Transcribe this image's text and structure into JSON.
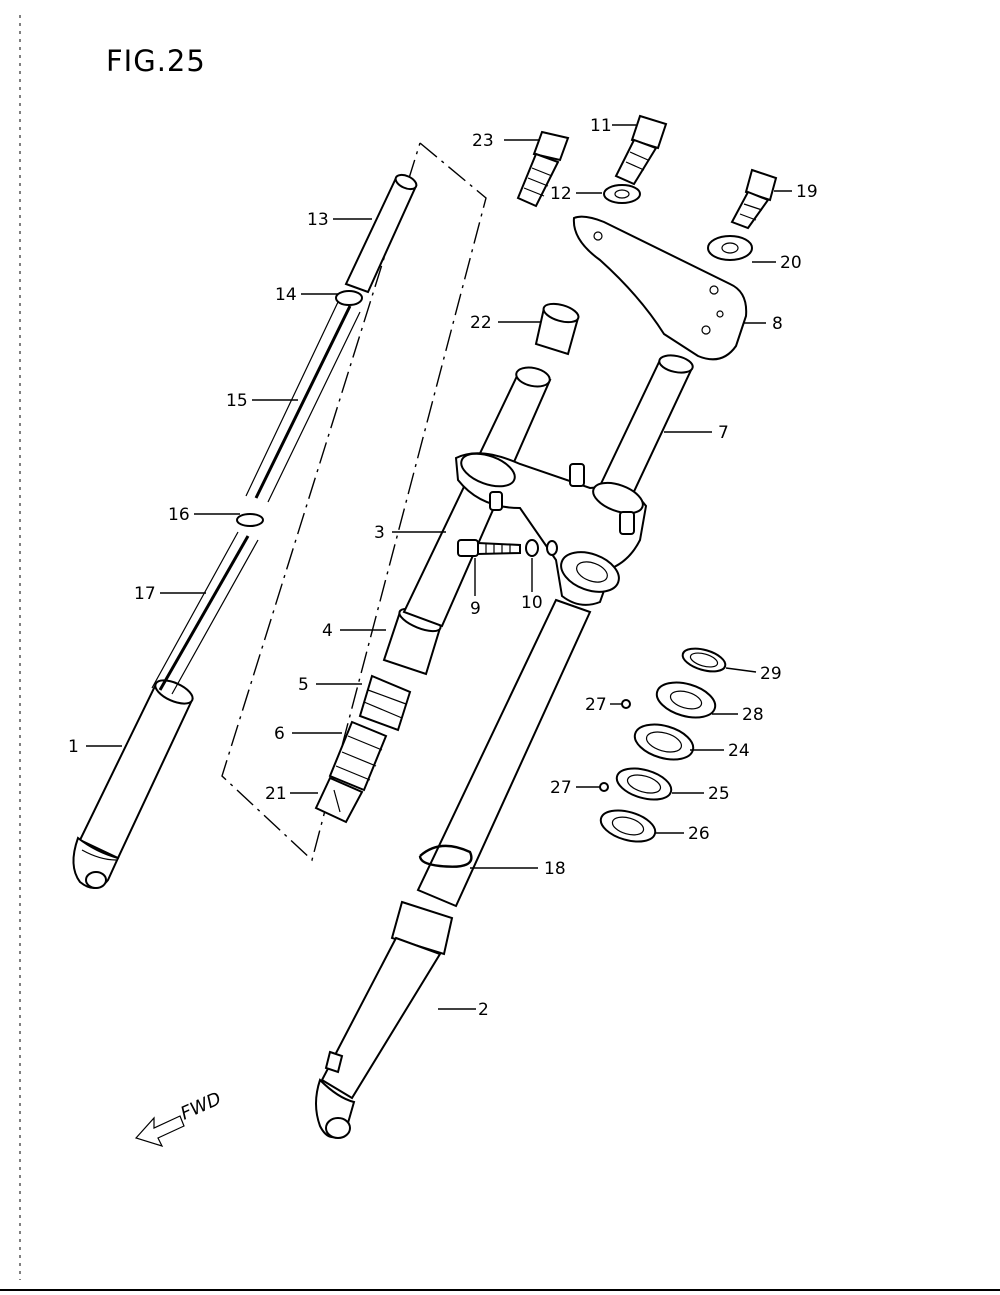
{
  "figure": {
    "title": "FIG.25"
  },
  "direction_label": "FWD",
  "callouts": [
    {
      "id": "c1",
      "text": "1"
    },
    {
      "id": "c2",
      "text": "2"
    },
    {
      "id": "c3",
      "text": "3"
    },
    {
      "id": "c4",
      "text": "4"
    },
    {
      "id": "c5",
      "text": "5"
    },
    {
      "id": "c6",
      "text": "6"
    },
    {
      "id": "c7",
      "text": "7"
    },
    {
      "id": "c8",
      "text": "8"
    },
    {
      "id": "c9",
      "text": "9"
    },
    {
      "id": "c10",
      "text": "10"
    },
    {
      "id": "c11",
      "text": "11"
    },
    {
      "id": "c12",
      "text": "12"
    },
    {
      "id": "c13",
      "text": "13"
    },
    {
      "id": "c14",
      "text": "14"
    },
    {
      "id": "c15",
      "text": "15"
    },
    {
      "id": "c16",
      "text": "16"
    },
    {
      "id": "c17",
      "text": "17"
    },
    {
      "id": "c18",
      "text": "18"
    },
    {
      "id": "c19",
      "text": "19"
    },
    {
      "id": "c20",
      "text": "20"
    },
    {
      "id": "c21",
      "text": "21"
    },
    {
      "id": "c22",
      "text": "22"
    },
    {
      "id": "c23",
      "text": "23"
    },
    {
      "id": "c24",
      "text": "24"
    },
    {
      "id": "c25",
      "text": "25"
    },
    {
      "id": "c26",
      "text": "26"
    },
    {
      "id": "c27a",
      "text": "27"
    },
    {
      "id": "c27b",
      "text": "27"
    },
    {
      "id": "c28",
      "text": "28"
    },
    {
      "id": "c29",
      "text": "29"
    }
  ]
}
